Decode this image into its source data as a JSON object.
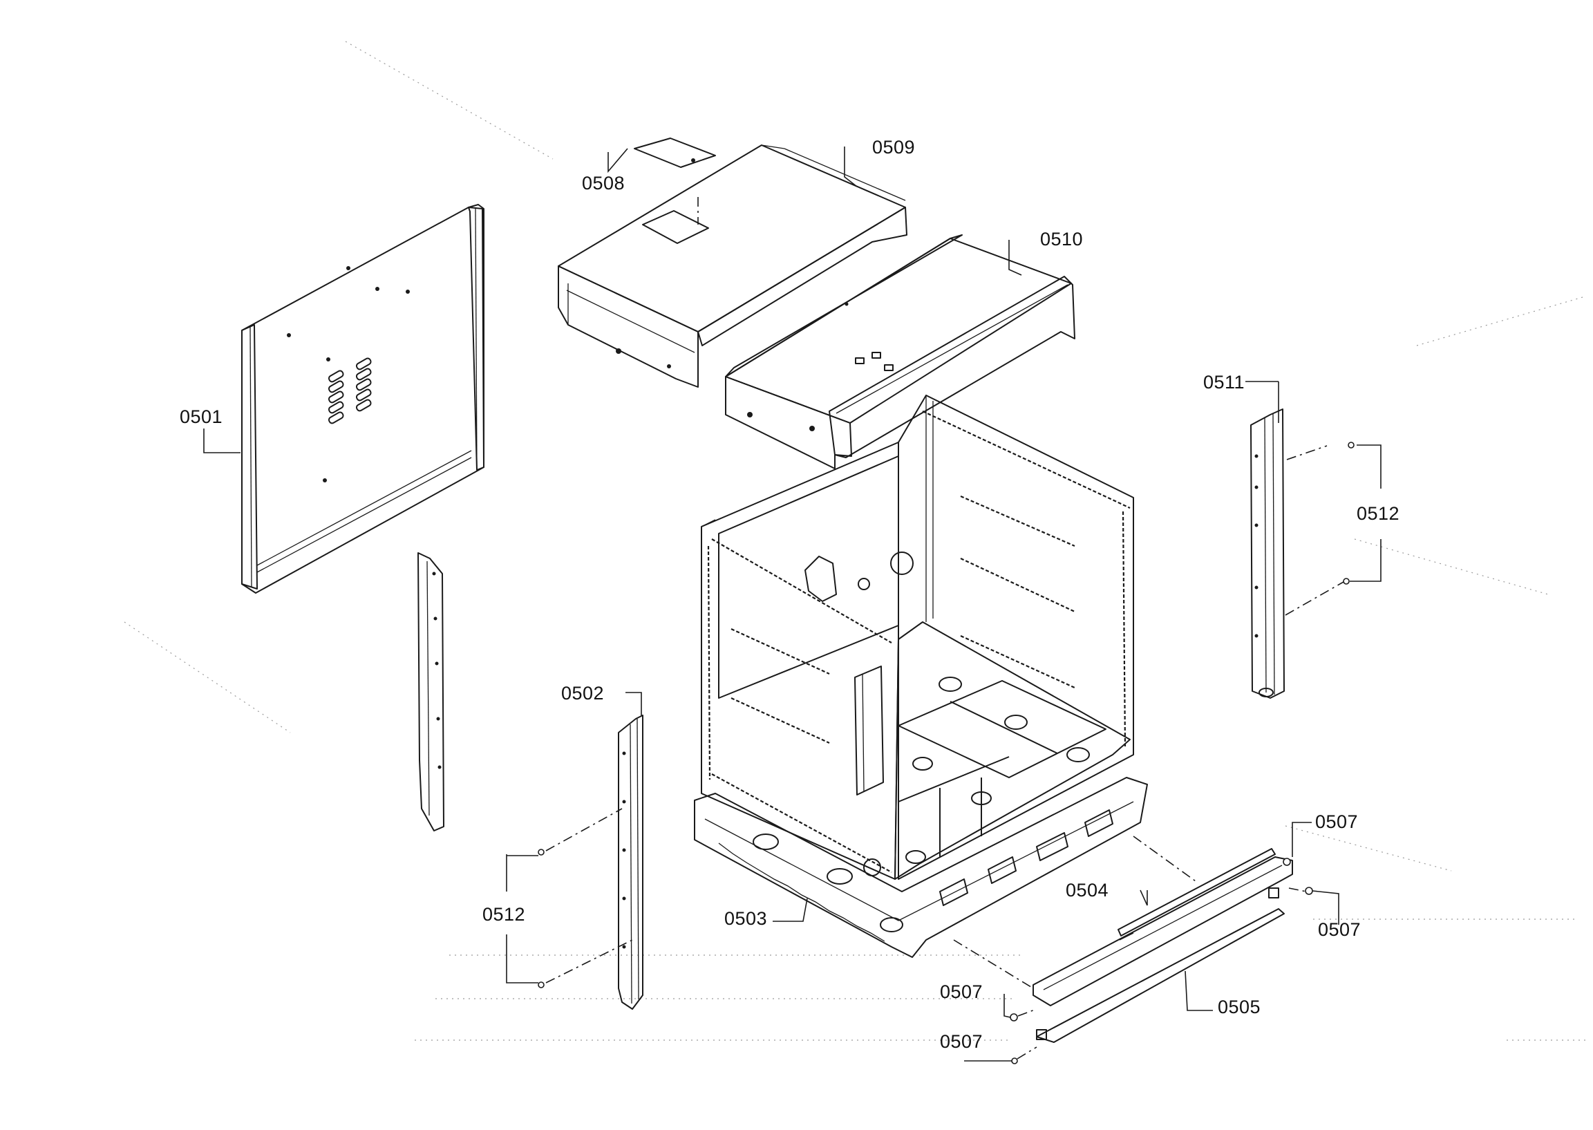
{
  "diagram": {
    "callouts": [
      {
        "id": "0501",
        "text": "0501"
      },
      {
        "id": "0502",
        "text": "0502"
      },
      {
        "id": "0503",
        "text": "0503"
      },
      {
        "id": "0504",
        "text": "0504"
      },
      {
        "id": "0505",
        "text": "0505"
      },
      {
        "id": "0507a",
        "text": "0507"
      },
      {
        "id": "0507b",
        "text": "0507"
      },
      {
        "id": "0507c",
        "text": "0507"
      },
      {
        "id": "0507d",
        "text": "0507"
      },
      {
        "id": "0508",
        "text": "0508"
      },
      {
        "id": "0509",
        "text": "0509"
      },
      {
        "id": "0510",
        "text": "0510"
      },
      {
        "id": "0511",
        "text": "0511"
      },
      {
        "id": "0512a",
        "text": "0512"
      },
      {
        "id": "0512b",
        "text": "0512"
      }
    ]
  }
}
